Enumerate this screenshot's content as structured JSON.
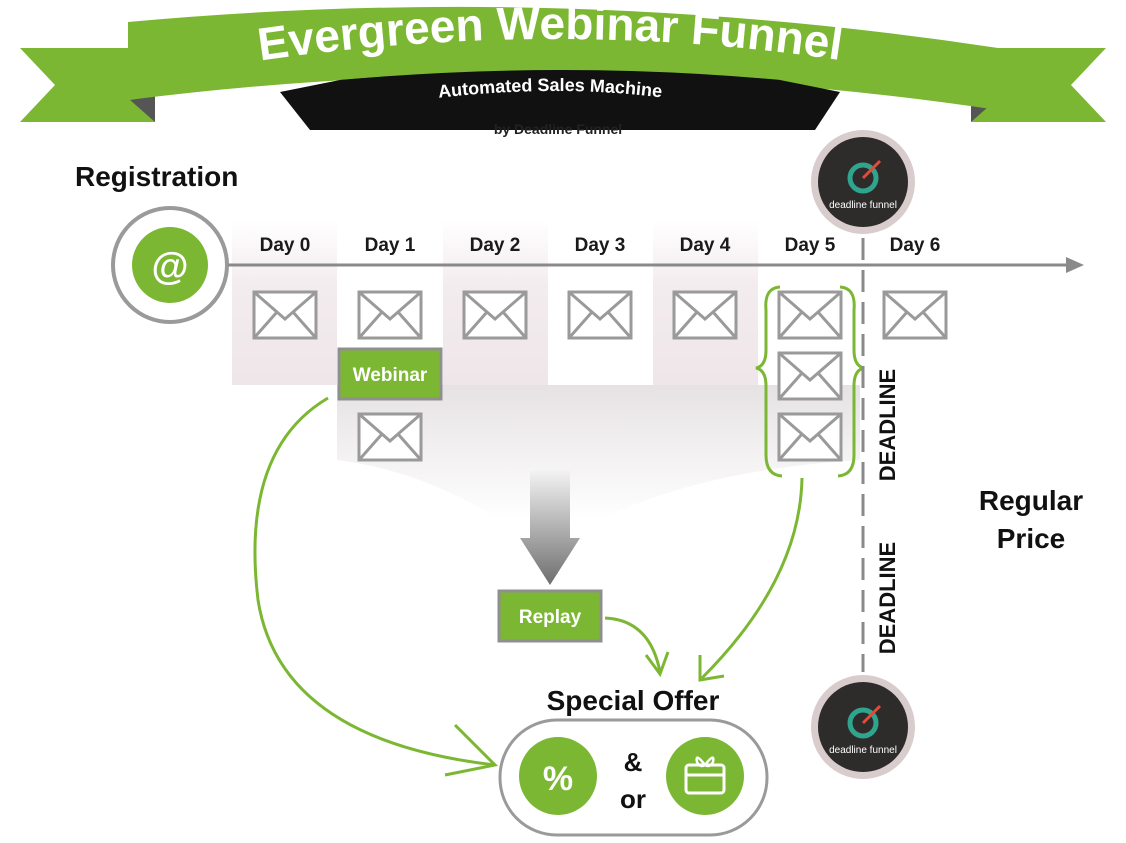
{
  "banner": {
    "title": "Evergreen Webinar Funnel",
    "subtitle": "Automated Sales Machine",
    "byline": "by Deadline Funnel"
  },
  "registration": {
    "label": "Registration",
    "icon": "at-icon",
    "symbol": "@"
  },
  "timeline": {
    "days": [
      "Day 0",
      "Day 1",
      "Day 2",
      "Day 3",
      "Day 4",
      "Day 5",
      "Day 6"
    ]
  },
  "webinar_label": "Webinar",
  "replay_label": "Replay",
  "deadline_label": "DEADLINE",
  "badge_text": "deadline funnel",
  "regular_price": {
    "line1": "Regular",
    "line2": "Price"
  },
  "special_offer": {
    "title": "Special Offer",
    "discount_symbol": "%",
    "amp": "&",
    "or": "or"
  },
  "colors": {
    "green": "#7cb733",
    "black": "#111111",
    "gray": "#9a9a9a",
    "badge_teal": "#2fa58e"
  }
}
